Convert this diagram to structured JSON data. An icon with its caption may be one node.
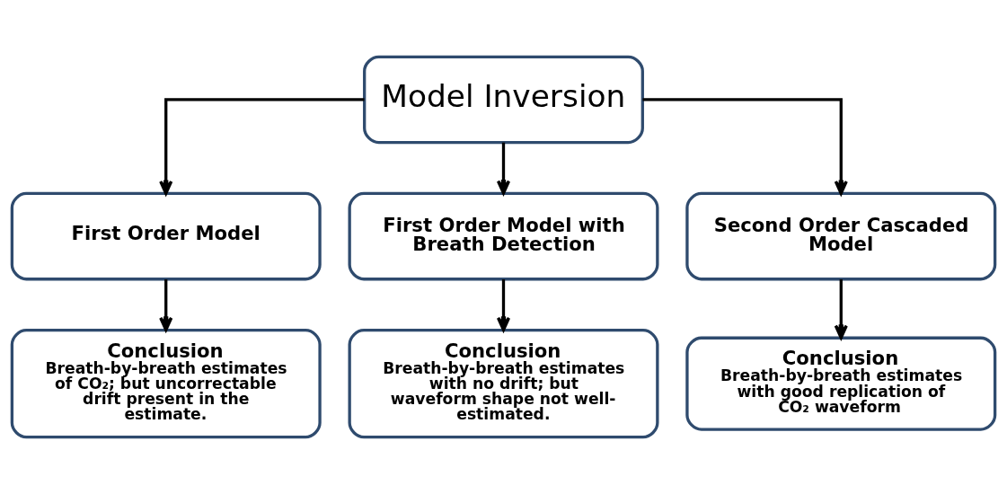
{
  "diagram": {
    "nodes": [
      {
        "text": [
          "Model Inversion"
        ]
      },
      {
        "text": [
          "First Order Model"
        ]
      },
      {
        "text": [
          "First Order Model with Breath Detection"
        ]
      },
      {
        "text": [
          "Second Order Cascaded Model"
        ]
      },
      {
        "text": [
          "Conclusion",
          "Breath-by-breath estimates of CO₂; but uncorrectable drift present in the estimate."
        ]
      },
      {
        "text": [
          "Conclusion",
          "Breath-by-breath estimates with no drift; but waveform shape not well-estimated."
        ]
      },
      {
        "text": [
          "Conclusion",
          "Breath-by-breath estimates with good replication of CO₂ waveform"
        ]
      }
    ],
    "edges": [
      {
        "from": 0,
        "to": 1,
        "arrow": "to"
      },
      {
        "from": 0,
        "to": 2,
        "arrow": "to"
      },
      {
        "from": 0,
        "to": 3,
        "arrow": "to"
      },
      {
        "from": 1,
        "to": 4,
        "arrow": "to"
      },
      {
        "from": 2,
        "to": 5,
        "arrow": "to"
      },
      {
        "from": 3,
        "to": 6,
        "arrow": "to"
      }
    ]
  }
}
